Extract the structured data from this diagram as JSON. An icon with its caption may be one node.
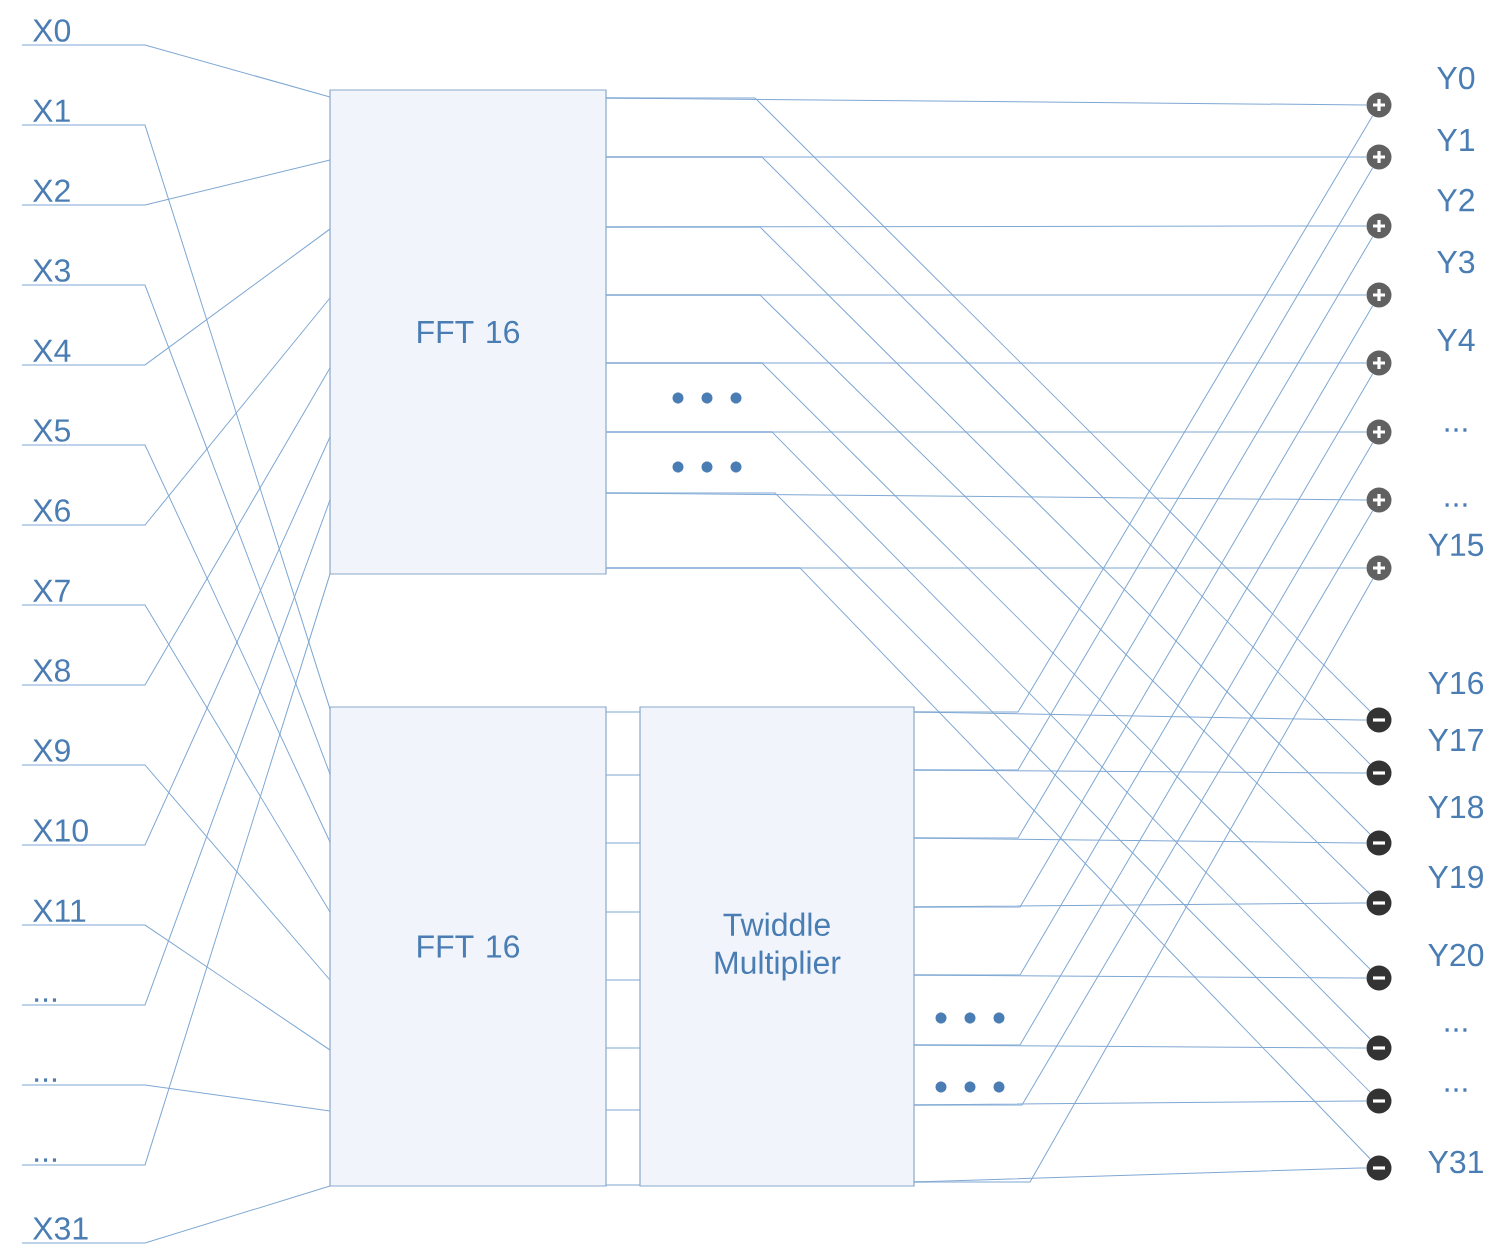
{
  "diagram": {
    "nodes": [
      {
        "text": [
          "X0"
        ]
      },
      {
        "text": [
          "X1"
        ]
      },
      {
        "text": [
          "X2"
        ]
      },
      {
        "text": [
          "X3"
        ]
      },
      {
        "text": [
          "X4"
        ]
      },
      {
        "text": [
          "X5"
        ]
      },
      {
        "text": [
          "X6"
        ]
      },
      {
        "text": [
          "X7"
        ]
      },
      {
        "text": [
          "X8"
        ]
      },
      {
        "text": [
          "X9"
        ]
      },
      {
        "text": [
          "X10"
        ]
      },
      {
        "text": [
          "X11"
        ]
      },
      {
        "text": [
          "..."
        ]
      },
      {
        "text": [
          "..."
        ]
      },
      {
        "text": [
          "..."
        ]
      },
      {
        "text": [
          "X31"
        ]
      },
      {
        "text": [
          "FFT 16"
        ]
      },
      {
        "text": [
          "FFT 16"
        ]
      },
      {
        "text": [
          "Twiddle Multiplier"
        ]
      },
      {
        "text": [],
        "shape": "circle",
        "beside": [
          "Y0"
        ]
      },
      {
        "text": [],
        "shape": "circle",
        "beside": [
          "Y1"
        ]
      },
      {
        "text": [],
        "shape": "circle",
        "beside": [
          "Y2"
        ]
      },
      {
        "text": [],
        "shape": "circle",
        "beside": [
          "Y3"
        ]
      },
      {
        "text": [],
        "shape": "circle",
        "beside": [
          "Y4"
        ]
      },
      {
        "text": [],
        "shape": "circle",
        "beside": [
          "..."
        ]
      },
      {
        "text": [],
        "shape": "circle",
        "beside": [
          "..."
        ]
      },
      {
        "text": [],
        "shape": "circle",
        "beside": [
          "Y15"
        ]
      },
      {
        "text": [],
        "shape": "circle",
        "beside": [
          "Y16"
        ]
      },
      {
        "text": [],
        "shape": "circle",
        "beside": [
          "Y17"
        ]
      },
      {
        "text": [],
        "shape": "circle",
        "beside": [
          "Y18"
        ]
      },
      {
        "text": [],
        "shape": "circle",
        "beside": [
          "Y19"
        ]
      },
      {
        "text": [],
        "shape": "circle",
        "beside": [
          "Y20"
        ]
      },
      {
        "text": [],
        "shape": "circle",
        "beside": [
          "..."
        ]
      },
      {
        "text": [],
        "shape": "circle",
        "beside": [
          "..."
        ]
      },
      {
        "text": [],
        "shape": "circle",
        "beside": [
          "Y31"
        ]
      }
    ],
    "edges": [
      {
        "from": 0,
        "to": 16,
        "arrow": "none"
      },
      {
        "from": 1,
        "to": 17,
        "arrow": "none"
      },
      {
        "from": 2,
        "to": 16,
        "arrow": "none"
      },
      {
        "from": 3,
        "to": 17,
        "arrow": "none"
      },
      {
        "from": 4,
        "to": 16,
        "arrow": "none"
      },
      {
        "from": 5,
        "to": 17,
        "arrow": "none"
      },
      {
        "from": 6,
        "to": 16,
        "arrow": "none"
      },
      {
        "from": 7,
        "to": 17,
        "arrow": "none"
      },
      {
        "from": 8,
        "to": 16,
        "arrow": "none"
      },
      {
        "from": 9,
        "to": 17,
        "arrow": "none"
      },
      {
        "from": 10,
        "to": 16,
        "arrow": "none"
      },
      {
        "from": 11,
        "to": 17,
        "arrow": "none"
      },
      {
        "from": 12,
        "to": 16,
        "arrow": "none"
      },
      {
        "from": 13,
        "to": 17,
        "arrow": "none"
      },
      {
        "from": 14,
        "to": 16,
        "arrow": "none"
      },
      {
        "from": 15,
        "to": 17,
        "arrow": "none"
      },
      {
        "from": 16,
        "to": 19,
        "arrow": "none"
      },
      {
        "from": 16,
        "to": 20,
        "arrow": "none"
      },
      {
        "from": 16,
        "to": 21,
        "arrow": "none"
      },
      {
        "from": 16,
        "to": 22,
        "arrow": "none"
      },
      {
        "from": 16,
        "to": 23,
        "arrow": "none"
      },
      {
        "from": 16,
        "to": 24,
        "arrow": "none"
      },
      {
        "from": 16,
        "to": 25,
        "arrow": "none"
      },
      {
        "from": 16,
        "to": 26,
        "arrow": "none"
      },
      {
        "from": 16,
        "to": 27,
        "arrow": "none"
      },
      {
        "from": 16,
        "to": 28,
        "arrow": "none"
      },
      {
        "from": 16,
        "to": 29,
        "arrow": "none"
      },
      {
        "from": 16,
        "to": 30,
        "arrow": "none"
      },
      {
        "from": 16,
        "to": 31,
        "arrow": "none"
      },
      {
        "from": 16,
        "to": 32,
        "arrow": "none"
      },
      {
        "from": 16,
        "to": 33,
        "arrow": "none"
      },
      {
        "from": 16,
        "to": 34,
        "arrow": "none"
      },
      {
        "from": 17,
        "to": 18,
        "arrow": "none"
      },
      {
        "from": 17,
        "to": 18,
        "arrow": "none"
      },
      {
        "from": 17,
        "to": 18,
        "arrow": "none"
      },
      {
        "from": 17,
        "to": 18,
        "arrow": "none"
      },
      {
        "from": 17,
        "to": 18,
        "arrow": "none"
      },
      {
        "from": 17,
        "to": 18,
        "arrow": "none"
      },
      {
        "from": 17,
        "to": 18,
        "arrow": "none"
      },
      {
        "from": 17,
        "to": 18,
        "arrow": "none"
      },
      {
        "from": 18,
        "to": 27,
        "arrow": "none"
      },
      {
        "from": 18,
        "to": 28,
        "arrow": "none"
      },
      {
        "from": 18,
        "to": 29,
        "arrow": "none"
      },
      {
        "from": 18,
        "to": 30,
        "arrow": "none"
      },
      {
        "from": 18,
        "to": 31,
        "arrow": "none"
      },
      {
        "from": 18,
        "to": 32,
        "arrow": "none"
      },
      {
        "from": 18,
        "to": 33,
        "arrow": "none"
      },
      {
        "from": 18,
        "to": 34,
        "arrow": "none"
      },
      {
        "from": 18,
        "to": 19,
        "arrow": "none"
      },
      {
        "from": 18,
        "to": 20,
        "arrow": "none"
      },
      {
        "from": 18,
        "to": 21,
        "arrow": "none"
      },
      {
        "from": 18,
        "to": 22,
        "arrow": "none"
      },
      {
        "from": 18,
        "to": 23,
        "arrow": "none"
      },
      {
        "from": 18,
        "to": 24,
        "arrow": "none"
      },
      {
        "from": 18,
        "to": 25,
        "arrow": "none"
      },
      {
        "from": 18,
        "to": 26,
        "arrow": "none"
      }
    ]
  }
}
